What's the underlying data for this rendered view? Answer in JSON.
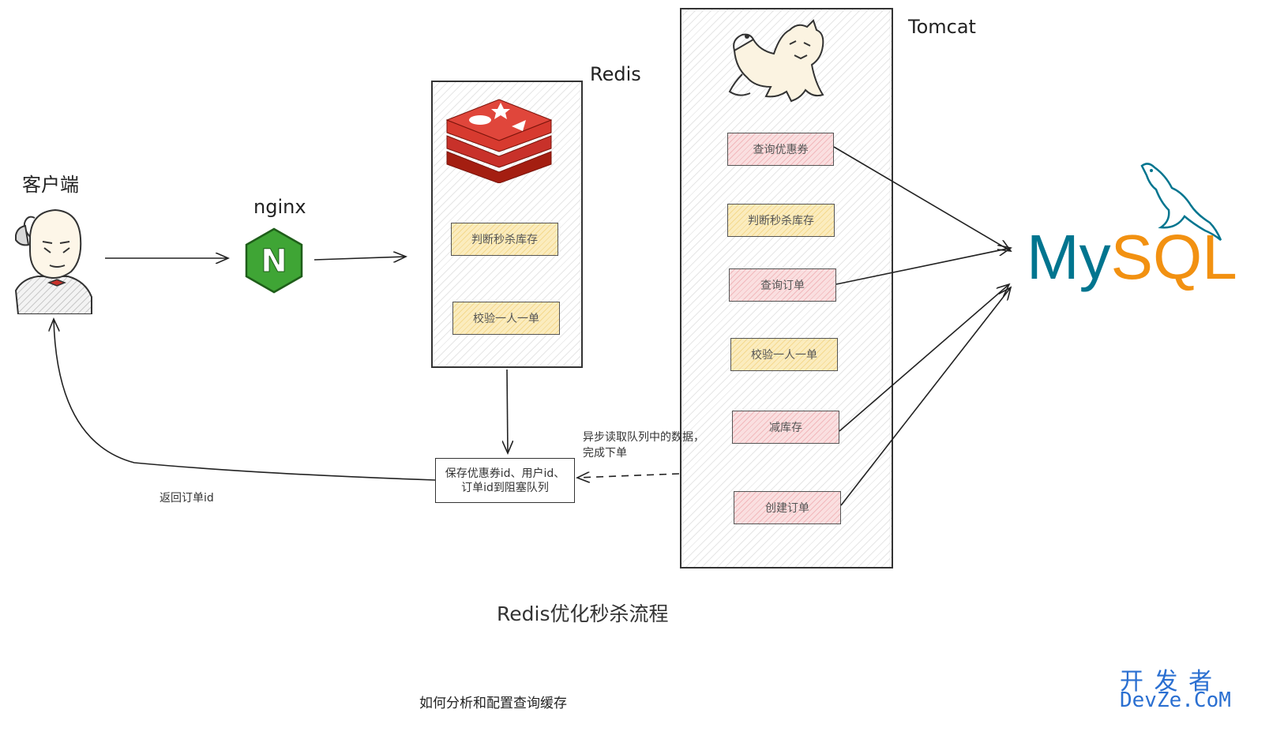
{
  "labels": {
    "client": "客户端",
    "nginx": "nginx",
    "redis": "Redis",
    "tomcat": "Tomcat",
    "title": "Redis优化秒杀流程",
    "return_order": "返回订单id",
    "async_line1": "异步读取队列中的数据，",
    "async_line2": "完成下单",
    "bottom_link": "如何分析和配置查询缓存",
    "watermark_top": "开 发 者",
    "watermark_bottom": "DevZe.CoM",
    "mysql_my": "My",
    "mysql_sql": "SQL",
    "nginx_letter": "N"
  },
  "redis_steps": [
    {
      "label": "判断秒杀库存",
      "color": "yellow"
    },
    {
      "label": "校验一人一单",
      "color": "yellow"
    }
  ],
  "queue": {
    "line1": "保存优惠券id、用户id、",
    "line2": "订单id到阻塞队列"
  },
  "tomcat_steps": [
    {
      "label": "查询优惠券",
      "color": "pink"
    },
    {
      "label": "判断秒杀库存",
      "color": "yellow"
    },
    {
      "label": "查询订单",
      "color": "pink"
    },
    {
      "label": "校验一人一单",
      "color": "yellow"
    },
    {
      "label": "减库存",
      "color": "pink"
    },
    {
      "label": "创建订单",
      "color": "pink"
    }
  ],
  "icons": {
    "client": "jenkins-avatar-icon",
    "nginx": "nginx-hexagon-icon",
    "redis": "redis-stack-icon",
    "tomcat": "tomcat-cat-icon",
    "mysql": "mysql-dolphin-icon"
  },
  "colors": {
    "nginx_green": "#3fa535",
    "redis_red": "#c8312a",
    "mysql_blue": "#00758f",
    "mysql_orange": "#f29111",
    "watermark_blue": "#2a6fd1",
    "yellow_fill": "#fbecbe",
    "pink_fill": "#fadfe0"
  }
}
